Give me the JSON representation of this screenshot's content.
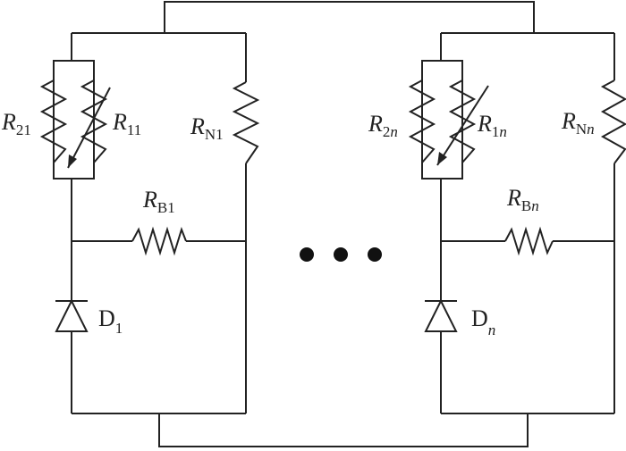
{
  "left_branch": {
    "r_parallel_a": {
      "sym": "R",
      "sub": "21"
    },
    "r_parallel_b": {
      "sym": "R",
      "sub": "11"
    },
    "r_right": {
      "sym": "R",
      "sub": "N1"
    },
    "r_bridge": {
      "sym": "R",
      "sub": "B1"
    },
    "diode": {
      "sym": "D",
      "sub": "1"
    }
  },
  "right_branch": {
    "r_parallel_a": {
      "sym": "R",
      "sub": "2",
      "sub_it": "n"
    },
    "r_parallel_b": {
      "sym": "R",
      "sub": "1",
      "sub_it": "n"
    },
    "r_right": {
      "sym": "R",
      "sub": "N",
      "sub_it": "n"
    },
    "r_bridge": {
      "sym": "R",
      "sub": "B",
      "sub_it": "n"
    },
    "diode": {
      "sym": "D",
      "sub_it": "n"
    }
  },
  "ellipsis": {
    "count": 3
  }
}
